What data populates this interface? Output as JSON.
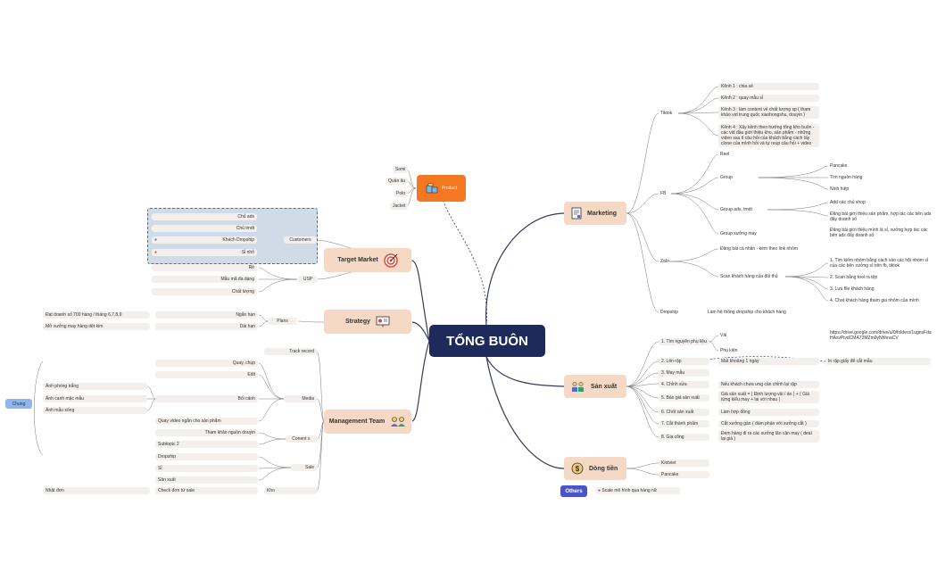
{
  "center": {
    "title": "TỔNG BUÔN"
  },
  "product": {
    "label": "Product",
    "items": [
      "Somi",
      "Quần âu",
      "Polo",
      "Jacket"
    ]
  },
  "target_market": {
    "label": "Target Market",
    "customers": {
      "label": "Customers",
      "items": [
        "Chủ ads",
        "Chủ tmdt",
        "Khách Dropship",
        "Sỉ nhỏ"
      ]
    },
    "usp": {
      "label": "USP",
      "items": [
        "Rẻ",
        "Mẫu mã đa dạng",
        "Chất lượng"
      ]
    }
  },
  "strategy": {
    "label": "Strategy",
    "plans": {
      "label": "Plans",
      "short_term": "Ngắn hạn",
      "long_term": "Dài hạn",
      "short_goal": "Đạt doanh số 700 hàng / tháng 6,7,8,9",
      "long_goal": "Mở xưởng may hàng dệt kim"
    }
  },
  "management": {
    "label": "Management Team",
    "track_record": "Track record",
    "media": {
      "label": "Media",
      "items": [
        "Quay, chụp",
        "Edit",
        "Bối cảnh",
        "Quay video ngắn cho sản phẩm"
      ],
      "boi_canh": [
        "Ảnh phòng trắng",
        "Ảnh canh mặc mẫu",
        "Ảnh mẫu sống"
      ],
      "chung": "Chung"
    },
    "content": {
      "label": "Conent",
      "items": [
        "Tham khảo nguồn douyin",
        "Subtopic 2"
      ]
    },
    "sale": {
      "label": "Sale",
      "items": [
        "Dropship",
        "Sỉ",
        "Sản xuất"
      ]
    },
    "kho": {
      "label": "Kho",
      "item": "Check đơn từ sale",
      "sub": "Nhặt đơn"
    }
  },
  "marketing": {
    "label": "Marketing",
    "tiktok": {
      "label": "Tiktok",
      "items": [
        "Kênh 1 : chia sẻ",
        "Kênh 2 : quay mẫu sỉ",
        "Kênh 3 : làm content về chất lượng sp ( tham khảo vid trung quốc xiaohongshu, douyin )",
        "Kênh 4 : Xây kênh theo hướng tổng kho buôn - các vid đầu giới thiệu kho, sản phẩm - những video sau tl câu hỏi của khách bằng cách lấy clone của mình hỏi và tự reup câu hỏi + video"
      ]
    },
    "fb": {
      "label": "FB",
      "reel": "Reel",
      "group": {
        "label": "Group",
        "items": [
          "Pancake",
          "Tìm nguồn hàng",
          "Ninh hiệp"
        ]
      },
      "group_ads": {
        "label": "Group ads, tmdt",
        "items": [
          "Add các chủ shop",
          "Đăng bài giới thiệu sản phẩm, hợp tác các bên ads đẩy doanh số"
        ]
      },
      "group_xuong": {
        "label": "Group xưởng may",
        "item": "Đăng bài giới thiệu mình là sỉ, xưởng hợp tác các bên ads đẩy doanh số"
      }
    },
    "zalo": {
      "label": "Zalo",
      "post": "Đăng bài cá nhân - kèm theo link nhóm",
      "scan": "Scan khách hàng của đối thủ",
      "steps": [
        "1. Tìm kiếm nhóm bằng cách vào các hội nhóm sỉ của các bên xưởng sỉ trên fb, tiktok",
        "2. Scan bằng tool ra tệp",
        "3. Lưu file khách hàng",
        "4. Chat khách hàng tham gia nhóm của mình"
      ]
    },
    "dropship": {
      "label": "Dropship",
      "item": "Làm hệ thống dropship cho khách hàng"
    }
  },
  "production": {
    "label": "Sản xuất",
    "steps": [
      {
        "label": "1. Tìm nguyên phụ liệu",
        "items": [
          "Vải",
          "Phụ kiện"
        ],
        "link": "https://drive.google.com/drive/u/0/folders/1ugnsFdaHAsvPivdCMA72MZm9yNhhnaCV"
      },
      {
        "label": "2. Lên rập",
        "item": "Mất khoảng 1 ngày",
        "extra": "In rập giấy để cắt mẫu"
      },
      {
        "label": "3. May mẫu"
      },
      {
        "label": "4. Chỉnh sửa",
        "item": "Nếu khách chưa ưng cần chỉnh lại rập"
      },
      {
        "label": "5. Báo giá sản xuất",
        "item": "Giá sản xuất = ( Định lượng vải / áo ) + ( Giá từng kiểu may + lại với nhau )"
      },
      {
        "label": "6. Chốt sản xuất",
        "item": "Làm hợp đồng"
      },
      {
        "label": "7. Cắt thành phẩm",
        "item": "Cắt xưởng gần ( đám phán với xưởng cắt )"
      },
      {
        "label": "8. Gia công",
        "item": "Đem hàng đi ra các xưởng lân cận may ( deal lại giá )"
      }
    ]
  },
  "cashflow": {
    "label": "Dòng tiền",
    "items": [
      "Kiotviet",
      "Pancake"
    ]
  },
  "others": {
    "label": "Others",
    "item": "Scale mô hình qua hàng nữ"
  },
  "colors": {
    "center": "#1e2a5a",
    "branch": "#f5d9c4",
    "product": "#f47721",
    "others": "#4a54c9",
    "line": "#333a5e"
  }
}
